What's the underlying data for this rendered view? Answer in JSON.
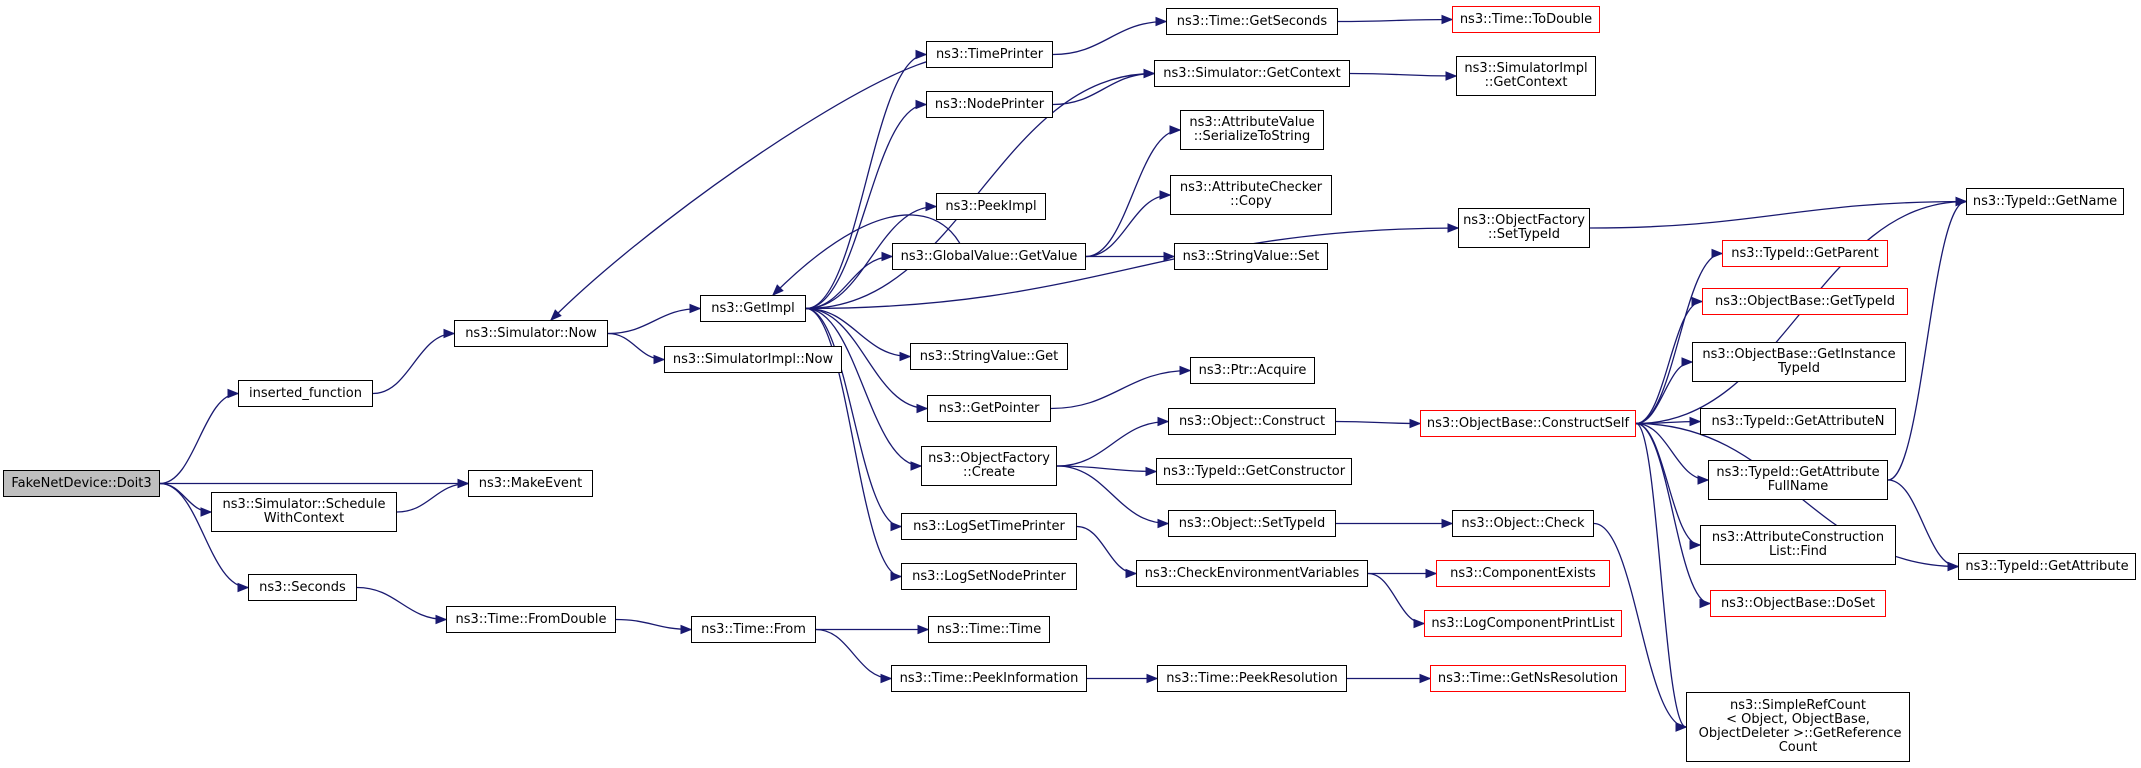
{
  "colors": {
    "edge": "#191970",
    "node_border": "#000000",
    "incomplete_border": "#ff0000",
    "root_fill": "#bfbfbf"
  },
  "nodes": [
    {
      "id": "doit3",
      "label": "FakeNetDevice::Doit3",
      "root": true
    },
    {
      "id": "inserted",
      "label": "inserted_function"
    },
    {
      "id": "schedule",
      "label": "ns3::Simulator::Schedule\nWithContext"
    },
    {
      "id": "seconds",
      "label": "ns3::Seconds"
    },
    {
      "id": "makeevent",
      "label": "ns3::MakeEvent"
    },
    {
      "id": "simnow",
      "label": "ns3::Simulator::Now"
    },
    {
      "id": "simimplnow",
      "label": "ns3::SimulatorImpl::Now"
    },
    {
      "id": "getimpl",
      "label": "ns3::GetImpl"
    },
    {
      "id": "fromdouble",
      "label": "ns3::Time::FromDouble"
    },
    {
      "id": "timefrom",
      "label": "ns3::Time::From"
    },
    {
      "id": "timeprinter",
      "label": "ns3::TimePrinter"
    },
    {
      "id": "nodeprinter",
      "label": "ns3::NodePrinter"
    },
    {
      "id": "peekimpl",
      "label": "ns3::PeekImpl"
    },
    {
      "id": "gvgetvalue",
      "label": "ns3::GlobalValue::GetValue"
    },
    {
      "id": "stringvalueget",
      "label": "ns3::StringValue::Get"
    },
    {
      "id": "getpointer",
      "label": "ns3::GetPointer"
    },
    {
      "id": "ofcreate",
      "label": "ns3::ObjectFactory\n::Create"
    },
    {
      "id": "logsettime",
      "label": "ns3::LogSetTimePrinter"
    },
    {
      "id": "logsetnode",
      "label": "ns3::LogSetNodePrinter"
    },
    {
      "id": "timetime",
      "label": "ns3::Time::Time"
    },
    {
      "id": "peekinfo",
      "label": "ns3::Time::PeekInformation"
    },
    {
      "id": "getseconds",
      "label": "ns3::Time::GetSeconds"
    },
    {
      "id": "simgetcontext",
      "label": "ns3::Simulator::GetContext"
    },
    {
      "id": "avserialize",
      "label": "ns3::AttributeValue\n::SerializeToString"
    },
    {
      "id": "accopy",
      "label": "ns3::AttributeChecker\n::Copy"
    },
    {
      "id": "stringvalueset",
      "label": "ns3::StringValue::Set"
    },
    {
      "id": "ptracquire",
      "label": "ns3::Ptr::Acquire"
    },
    {
      "id": "objconstruct",
      "label": "ns3::Object::Construct"
    },
    {
      "id": "tidgetconstructor",
      "label": "ns3::TypeId::GetConstructor"
    },
    {
      "id": "objsettypeid",
      "label": "ns3::Object::SetTypeId"
    },
    {
      "id": "checkenv",
      "label": "ns3::CheckEnvironmentVariables"
    },
    {
      "id": "peekresolution",
      "label": "ns3::Time::PeekResolution"
    },
    {
      "id": "todouble",
      "label": "ns3::Time::ToDouble",
      "red": true
    },
    {
      "id": "simimplgetcontext",
      "label": "ns3::SimulatorImpl\n::GetContext"
    },
    {
      "id": "ofsettypeid",
      "label": "ns3::ObjectFactory\n::SetTypeId"
    },
    {
      "id": "constructself",
      "label": "ns3::ObjectBase::ConstructSelf",
      "red": true
    },
    {
      "id": "objcheck",
      "label": "ns3::Object::Check"
    },
    {
      "id": "componentexists",
      "label": "ns3::ComponentExists",
      "red": true
    },
    {
      "id": "logcomponentprintlist",
      "label": "ns3::LogComponentPrintList",
      "red": true
    },
    {
      "id": "getnsresolution",
      "label": "ns3::Time::GetNsResolution",
      "red": true
    },
    {
      "id": "tidgetparent",
      "label": "ns3::TypeId::GetParent",
      "red": true
    },
    {
      "id": "obgettypeid",
      "label": "ns3::ObjectBase::GetTypeId",
      "red": true
    },
    {
      "id": "obgetinstancetypeid",
      "label": "ns3::ObjectBase::GetInstance\nTypeId"
    },
    {
      "id": "tidgetattributen",
      "label": "ns3::TypeId::GetAttributeN"
    },
    {
      "id": "tidgetattributefullname",
      "label": "ns3::TypeId::GetAttribute\nFullName"
    },
    {
      "id": "aclistfind",
      "label": "ns3::AttributeConstruction\nList::Find"
    },
    {
      "id": "obdoset",
      "label": "ns3::ObjectBase::DoSet",
      "red": true
    },
    {
      "id": "simplerefcount",
      "label": "ns3::SimpleRefCount\n< Object, ObjectBase,\n ObjectDeleter >::GetReference\nCount"
    },
    {
      "id": "tidgetname",
      "label": "ns3::TypeId::GetName"
    },
    {
      "id": "tidgetattribute",
      "label": "ns3::TypeId::GetAttribute"
    }
  ],
  "edges": [
    [
      "doit3",
      "inserted"
    ],
    [
      "doit3",
      "makeevent"
    ],
    [
      "doit3",
      "schedule"
    ],
    [
      "doit3",
      "seconds"
    ],
    [
      "inserted",
      "simnow"
    ],
    [
      "schedule",
      "makeevent"
    ],
    [
      "seconds",
      "fromdouble"
    ],
    [
      "simnow",
      "getimpl"
    ],
    [
      "simnow",
      "simimplnow"
    ],
    [
      "fromdouble",
      "timefrom"
    ],
    [
      "timefrom",
      "timetime"
    ],
    [
      "timefrom",
      "peekinfo"
    ],
    [
      "peekinfo",
      "peekresolution"
    ],
    [
      "peekresolution",
      "getnsresolution"
    ],
    [
      "timeprinter",
      "simnow"
    ],
    [
      "timeprinter",
      "getseconds"
    ],
    [
      "getseconds",
      "todouble"
    ],
    [
      "nodeprinter",
      "simgetcontext"
    ],
    [
      "simgetcontext",
      "simimplgetcontext"
    ],
    [
      "getimpl",
      "timeprinter"
    ],
    [
      "getimpl",
      "nodeprinter"
    ],
    [
      "getimpl",
      "simgetcontext"
    ],
    [
      "getimpl",
      "peekimpl"
    ],
    [
      "getimpl",
      "gvgetvalue"
    ],
    [
      "getimpl",
      "ofsettypeid"
    ],
    [
      "getimpl",
      "stringvalueget"
    ],
    [
      "getimpl",
      "getpointer"
    ],
    [
      "getimpl",
      "ofcreate"
    ],
    [
      "getimpl",
      "logsettime"
    ],
    [
      "getimpl",
      "logsetnode"
    ],
    [
      "gvgetvalue",
      "getimpl"
    ],
    [
      "gvgetvalue",
      "avserialize"
    ],
    [
      "gvgetvalue",
      "accopy"
    ],
    [
      "gvgetvalue",
      "stringvalueset"
    ],
    [
      "getpointer",
      "ptracquire"
    ],
    [
      "ofcreate",
      "objconstruct"
    ],
    [
      "ofcreate",
      "tidgetconstructor"
    ],
    [
      "ofcreate",
      "objsettypeid"
    ],
    [
      "logsettime",
      "checkenv"
    ],
    [
      "checkenv",
      "componentexists"
    ],
    [
      "checkenv",
      "logcomponentprintlist"
    ],
    [
      "objconstruct",
      "constructself"
    ],
    [
      "objsettypeid",
      "objcheck"
    ],
    [
      "objcheck",
      "simplerefcount"
    ],
    [
      "ofsettypeid",
      "tidgetname"
    ],
    [
      "constructself",
      "tidgetname"
    ],
    [
      "constructself",
      "tidgetparent"
    ],
    [
      "constructself",
      "obgettypeid"
    ],
    [
      "constructself",
      "obgetinstancetypeid"
    ],
    [
      "constructself",
      "tidgetattributen"
    ],
    [
      "constructself",
      "tidgetattributefullname"
    ],
    [
      "constructself",
      "aclistfind"
    ],
    [
      "constructself",
      "obdoset"
    ],
    [
      "constructself",
      "simplerefcount"
    ],
    [
      "constructself",
      "tidgetattribute"
    ],
    [
      "tidgetattributefullname",
      "tidgetname"
    ],
    [
      "tidgetattributefullname",
      "tidgetattribute"
    ]
  ]
}
